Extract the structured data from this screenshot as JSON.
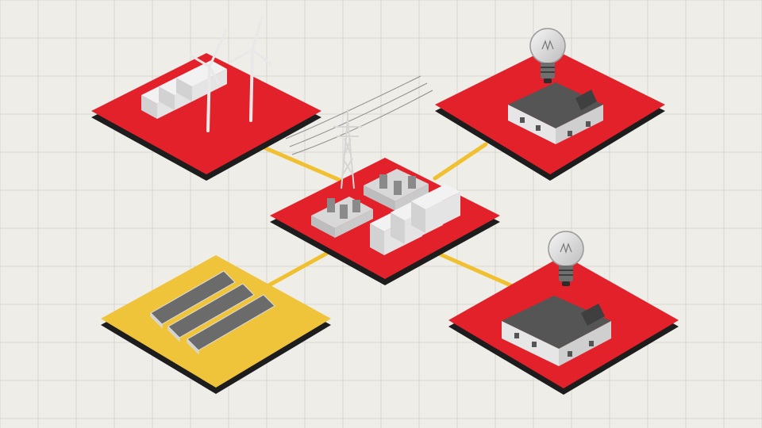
{
  "colors": {
    "background": "#efede8",
    "grid": "#d9d7d2",
    "tile_red": "#e2212a",
    "tile_yellow": "#efc43a",
    "tile_shadow": "#1d1d1d",
    "connector": "#f0c030",
    "equipment_light": "#e6e6e6",
    "equipment_dark": "#4a4a4a",
    "roof": "#555555"
  },
  "nodes": [
    {
      "id": "wind-storage",
      "kind": "wind turbines and battery storage",
      "tile_color": "tile_red"
    },
    {
      "id": "substation",
      "kind": "substation with transmission tower and batteries",
      "tile_color": "tile_red"
    },
    {
      "id": "solar",
      "kind": "solar panel array",
      "tile_color": "tile_yellow"
    },
    {
      "id": "house-top",
      "kind": "house with light bulb",
      "tile_color": "tile_red"
    },
    {
      "id": "house-bottom",
      "kind": "house with light bulb",
      "tile_color": "tile_red"
    }
  ],
  "connections": [
    {
      "from": "wind-storage",
      "to": "substation"
    },
    {
      "from": "solar",
      "to": "substation"
    },
    {
      "from": "substation",
      "to": "house-top"
    },
    {
      "from": "substation",
      "to": "house-bottom"
    }
  ]
}
